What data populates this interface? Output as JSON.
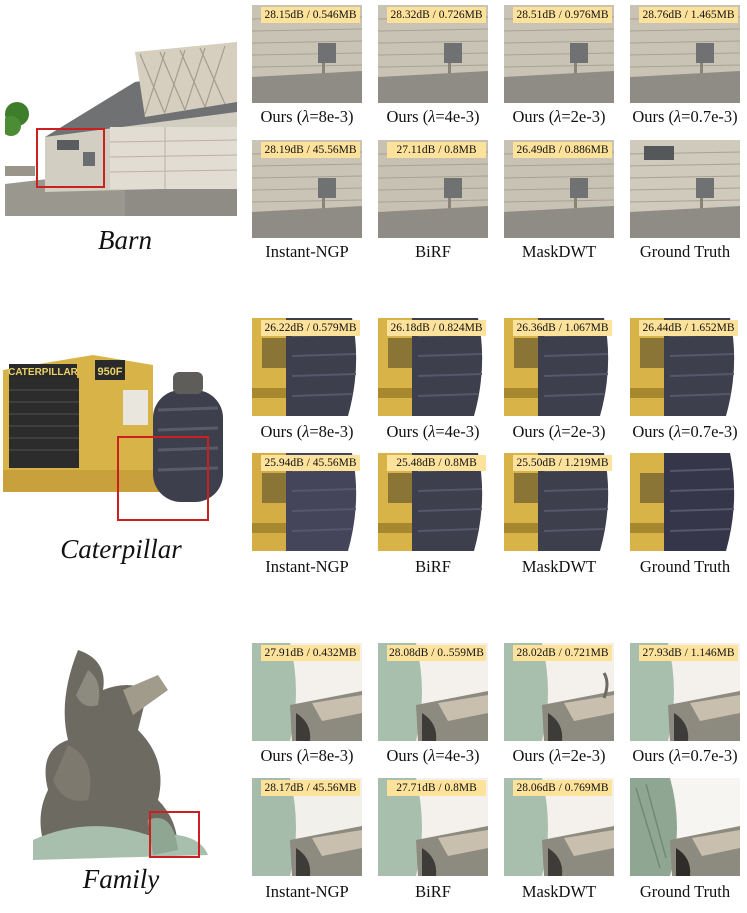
{
  "method_labels": {
    "ours_prefix": "Ours (",
    "lambda": "λ",
    "ours_suffix": ")",
    "instant_ngp": "Instant-NGP",
    "birf": "BiRF",
    "maskdwt": "MaskDWT",
    "ground_truth": "Ground Truth"
  },
  "scenes": [
    {
      "name": "Barn",
      "ours": [
        {
          "lambda": "=8e-3",
          "metrics": "28.15dB / 0.546MB"
        },
        {
          "lambda": "=4e-3",
          "metrics": "28.32dB / 0.726MB"
        },
        {
          "lambda": "=2e-3",
          "metrics": "28.51dB / 0.976MB"
        },
        {
          "lambda": "=0.7e-3",
          "metrics": "28.76dB / 1.465MB"
        }
      ],
      "baselines": [
        {
          "metrics": "28.19dB / 45.56MB"
        },
        {
          "metrics": "27.11dB / 0.8MB"
        },
        {
          "metrics": "26.49dB / 0.886MB"
        }
      ],
      "colors": {
        "wall": "#c9c3b5",
        "ground": "#8f8c86",
        "accent": "#6f7173"
      }
    },
    {
      "name": "Caterpillar",
      "ours": [
        {
          "lambda": "=8e-3",
          "metrics": "26.22dB / 0.579MB"
        },
        {
          "lambda": "=4e-3",
          "metrics": "26.18dB / 0.824MB"
        },
        {
          "lambda": "=2e-3",
          "metrics": "26.36dB / 1.067MB"
        },
        {
          "lambda": "=0.7e-3",
          "metrics": "26.44dB / 1.652MB"
        }
      ],
      "baselines": [
        {
          "metrics": "25.94dB / 45.56MB"
        },
        {
          "metrics": "25.48dB / 0.8MB"
        },
        {
          "metrics": "25.50dB / 1.219MB"
        }
      ],
      "colors": {
        "body": "#d8b347",
        "tire": "#3e3f4c",
        "accent": "#8a7436"
      }
    },
    {
      "name": "Family",
      "ours": [
        {
          "lambda": "=8e-3",
          "metrics": "27.91dB / 0.432MB"
        },
        {
          "lambda": "=4e-3",
          "metrics": "28.08dB / 0..559MB"
        },
        {
          "lambda": "=2e-3",
          "metrics": "28.02dB / 0.721MB"
        },
        {
          "lambda": "=0.7e-3",
          "metrics": "27.93dB / 1.146MB"
        }
      ],
      "baselines": [
        {
          "metrics": "28.17dB / 45.56MB"
        },
        {
          "metrics": "27.71dB / 0.8MB"
        },
        {
          "metrics": "28.06dB / 0.769MB"
        }
      ],
      "colors": {
        "statue": "#a9bfae",
        "base": "#8d8a80",
        "accent": "#5f5a52"
      }
    }
  ],
  "highlight_color": "#cc1f1f"
}
